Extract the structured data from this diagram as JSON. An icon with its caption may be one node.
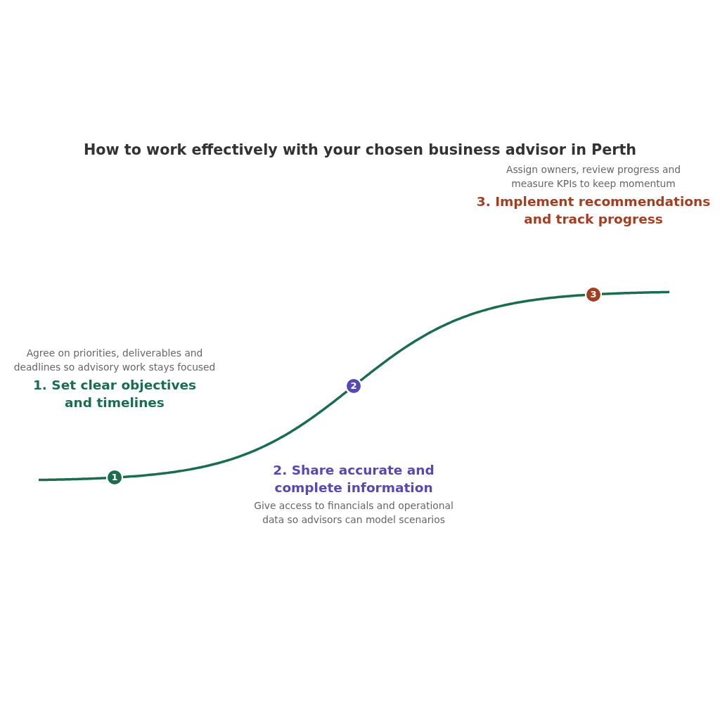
{
  "diagram": {
    "title": "How to work effectively with your chosen business advisor in Perth",
    "nodes": [
      {
        "text": [
          "1"
        ],
        "beside": [
          "1. Set clear objectives and timelines",
          "Agree on priorities, deliverables and deadlines so advisory work stays focused"
        ]
      },
      {
        "text": [
          "2"
        ],
        "beside": [
          "2. Share accurate and complete information",
          "Give access to financials and operational data so advisors can model scenarios"
        ]
      },
      {
        "text": [
          "3"
        ],
        "beside": [
          "3. Implement recommendations and track progress",
          "Assign owners, review progress and measure KPIs to keep momentum"
        ]
      }
    ],
    "edges": [
      {
        "from": null,
        "to": 0,
        "arrow": "none"
      },
      {
        "from": 0,
        "to": 1,
        "arrow": "none"
      },
      {
        "from": 1,
        "to": 2,
        "arrow": "none"
      },
      {
        "from": 2,
        "to": null,
        "arrow": "none"
      }
    ]
  }
}
